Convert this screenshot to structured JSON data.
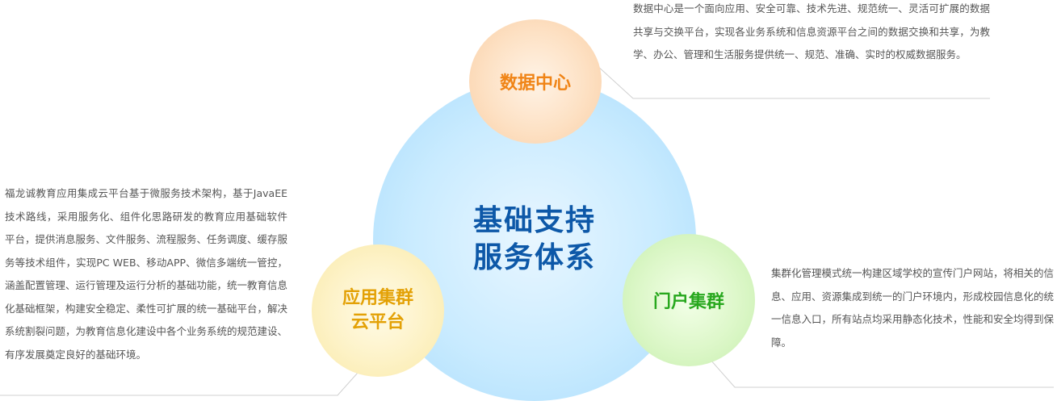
{
  "center": {
    "line1": "基础支持",
    "line2": "服务体系"
  },
  "data_center": {
    "title": "数据中心",
    "description": "数据中心是一个面向应用、安全可靠、技术先进、规范统一、灵活可扩展的数据共享与交换平台，实现各业务系统和信息资源平台之间的数据交换和共享，为教学、办公、管理和生活服务提供统一、规范、准确、实时的权威数据服务。"
  },
  "app_cluster": {
    "title_line1": "应用集群",
    "title_line2": "云平台",
    "description": "福龙诚教育应用集成云平台基于微服务技术架构，基于JavaEE技术路线，采用服务化、组件化思路研发的教育应用基础软件 平台，提供消息服务、文件服务、流程服务、任务调度、缓存服务等技术组件，实现PC WEB、移动APP、微信多端统一管控，涵盖配置管理、运行管理及运行分析的基础功能，统一教育信息化基础框架，构建安全稳定、柔性可扩展的统一基础平台，解决系统割裂问题，为教育信息化建设中各个业务系统的规范建设、有序发展奠定良好的基础环境。"
  },
  "portal_cluster": {
    "title": "门户集群",
    "description": "集群化管理模式统一构建区域学校的宣传门户网站，将相关的信息、应用、资源集成到统一的门户环境内，形成校园信息化的统一信息入口，所有站点均采用静态化技术，性能和安全均得到保障。"
  },
  "colors": {
    "center_text": "#0d58a8",
    "data_center_text": "#f08416",
    "app_cluster_text": "#e3a106",
    "portal_cluster_text": "#28a81e",
    "description_text": "#555555",
    "connector_line": "#d0d0d0"
  }
}
